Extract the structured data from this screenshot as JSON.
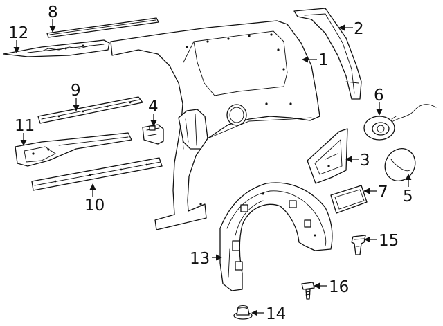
{
  "callouts": {
    "c1": "1",
    "c2": "2",
    "c3": "3",
    "c4": "4",
    "c5": "5",
    "c6": "6",
    "c7": "7",
    "c8": "8",
    "c9": "9",
    "c10": "10",
    "c11": "11",
    "c12": "12",
    "c13": "13",
    "c14": "14",
    "c15": "15",
    "c16": "16"
  },
  "colors": {
    "line": "#111111",
    "background": "#ffffff"
  }
}
